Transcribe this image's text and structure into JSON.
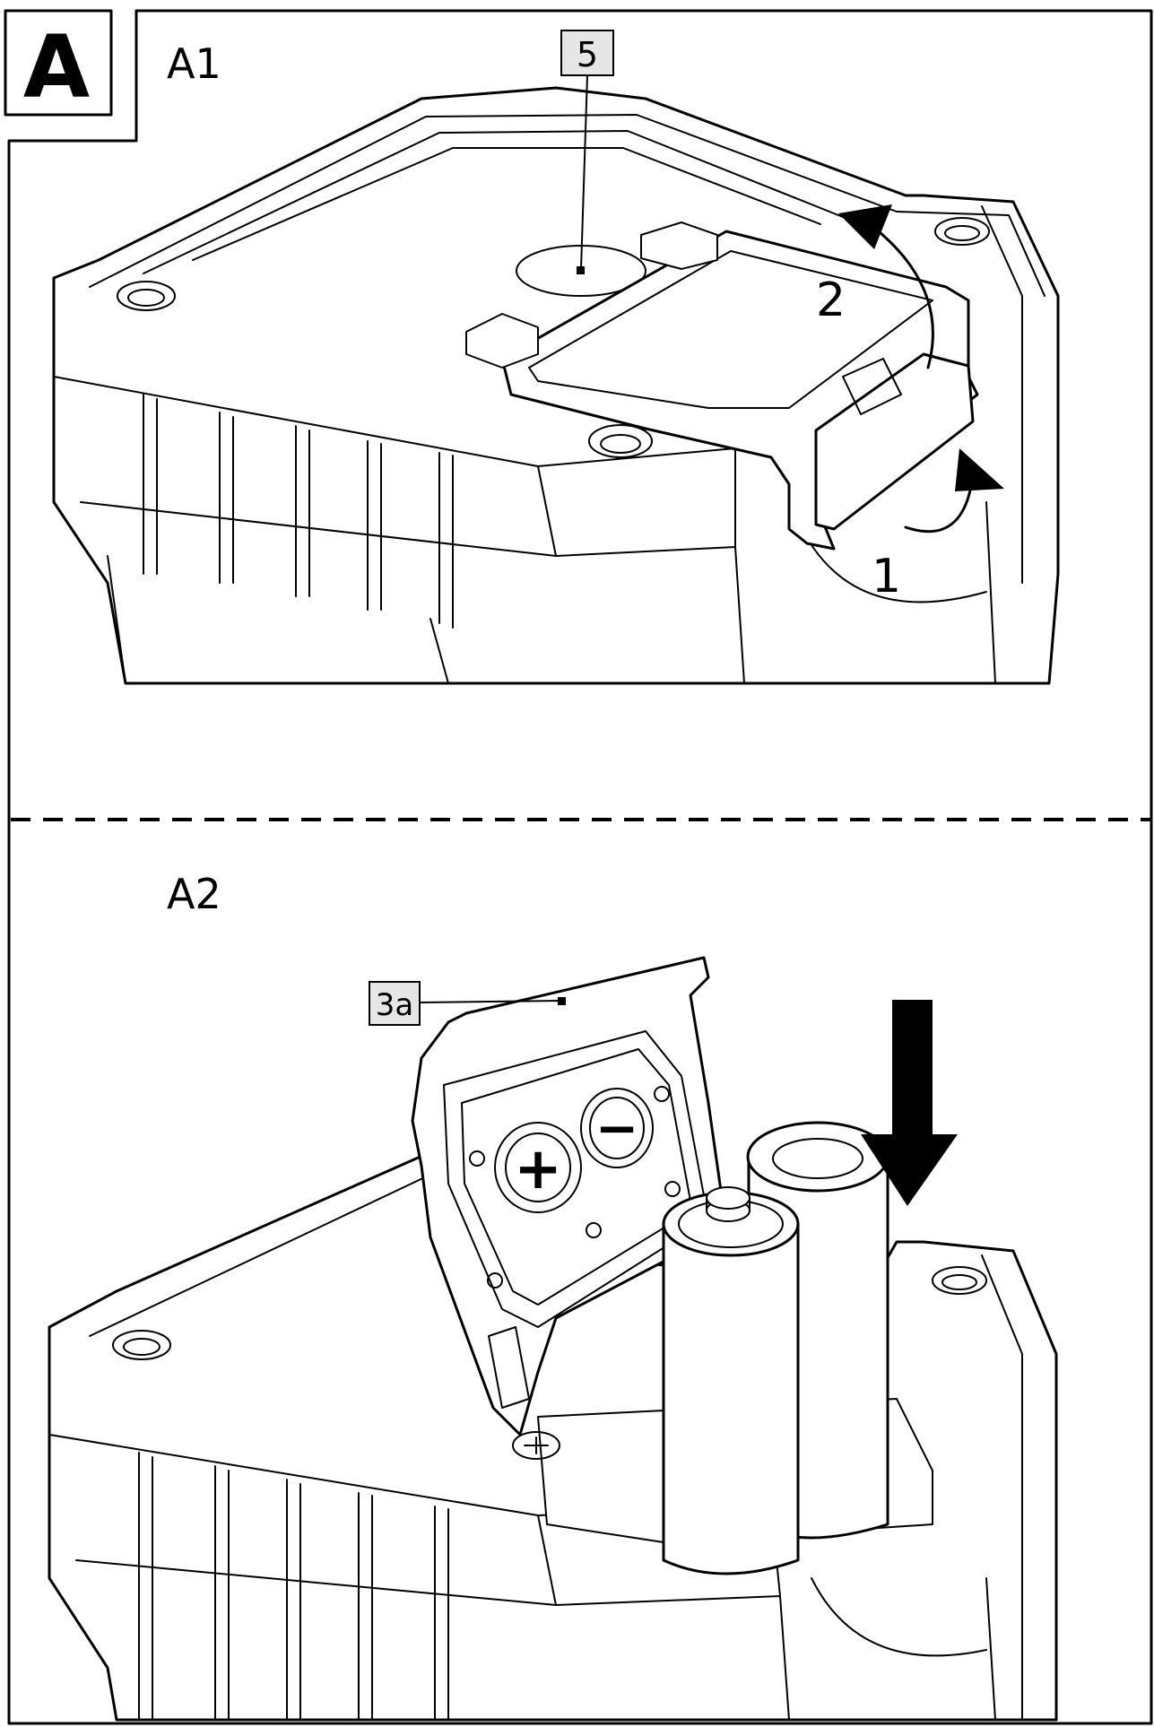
{
  "figure": {
    "letter": "A",
    "panels": [
      {
        "label": "A1",
        "callouts": [
          "5"
        ],
        "steps": [
          "1",
          "2"
        ]
      },
      {
        "label": "A2",
        "callouts": [
          "3a"
        ],
        "contact_symbols": [
          "+",
          "−"
        ]
      }
    ],
    "colors": {
      "ink": "#000000",
      "callout_fill": "#e6e6e6",
      "paper": "#ffffff"
    }
  }
}
